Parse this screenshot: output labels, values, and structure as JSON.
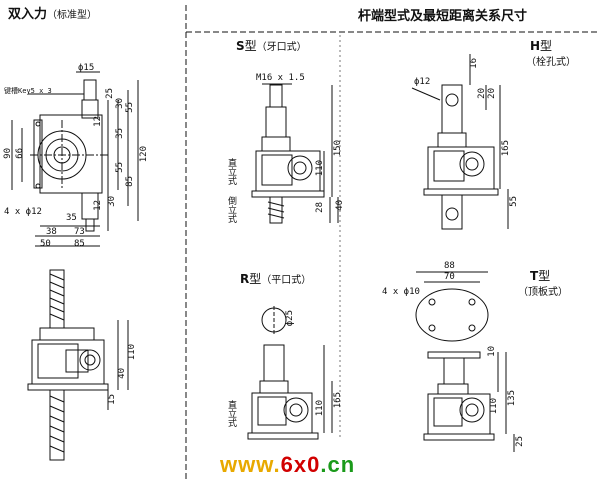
{
  "left_title": "双入力",
  "left_subtitle": "（标准型）",
  "right_title": "杆端型式及最短距离关系尺寸",
  "types": {
    "S": {
      "letter": "S",
      "suffix": "型",
      "desc": "（牙口式）"
    },
    "H": {
      "letter": "H",
      "suffix": "型",
      "desc": "（栓孔式）"
    },
    "R": {
      "letter": "R",
      "suffix": "型",
      "desc": "（平口式）"
    },
    "T": {
      "letter": "T",
      "suffix": "型",
      "desc": "（顶板式）"
    }
  },
  "left_dims": {
    "d15": "ϕ15",
    "keyway": "键槽Key5 x 3",
    "d25": "25",
    "d30": "30",
    "d12": "12",
    "d55a": "55",
    "d35a": "35",
    "d90": "90",
    "d66": "66",
    "d55b": "55",
    "d120": "120",
    "d85a": "85",
    "d30b": "30",
    "d12b": "12",
    "bolt": "4 x ϕ12",
    "d35b": "35",
    "d38": "38",
    "d73": "73",
    "d50": "50",
    "d85b": "85",
    "d110": "110",
    "d40": "40",
    "d15b": "15"
  },
  "s_dims": {
    "thread": "M16 x 1.5",
    "d150": "150",
    "d110": "110",
    "d28": "28",
    "d40": "40",
    "upright": "直立式",
    "inverted": "倒立式"
  },
  "h_dims": {
    "d12": "ϕ12",
    "d16": "16",
    "d20a": "20",
    "d20b": "20",
    "d165": "165",
    "d55": "55"
  },
  "r_dims": {
    "d25": "ϕ25",
    "d165": "165",
    "d110": "110",
    "upright": "直立式"
  },
  "t_dims": {
    "d88": "88",
    "d70": "70",
    "bolt": "4 x ϕ10",
    "d10": "10",
    "d110": "110",
    "d135": "135",
    "d25": "25"
  },
  "watermark": {
    "part1": "www.",
    "part2": "6x0",
    "part3": ".cn"
  }
}
